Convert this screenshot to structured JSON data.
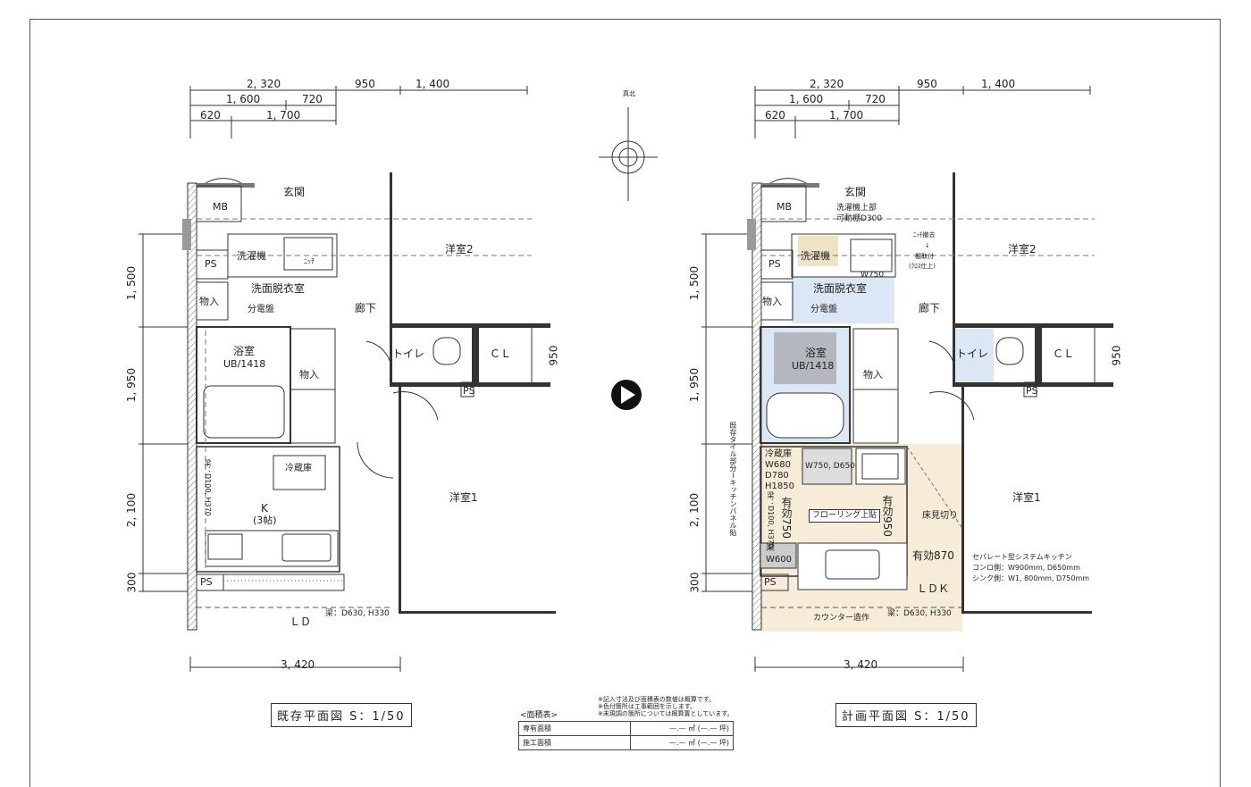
{
  "north": {
    "label": "真北"
  },
  "existing": {
    "dims_top": {
      "a": "2, 320",
      "b": "950",
      "c": "1, 400",
      "d": "1, 600",
      "e": "720",
      "f": "620",
      "g": "1, 700"
    },
    "dims_left": {
      "a": "1, 500",
      "b": "1, 950",
      "c": "2, 100",
      "d": "300"
    },
    "dim_bottom": "3, 420",
    "dim_right": "950",
    "rooms": {
      "genkan": "玄関",
      "mb": "MB",
      "ps1": "PS",
      "sentakuki": "洗濯機",
      "niche": "ﾆｯﾁ",
      "senmen": "洗面脱衣室",
      "mono1": "物入",
      "bunden": "分電盤",
      "roka": "廊下",
      "yoshitsu2": "洋室2",
      "yokushitsu": "浴室",
      "ub": "UB/1418",
      "mono2": "物入",
      "toilet": "トイレ",
      "cl": "ＣＬ",
      "ps2": "PS",
      "reizoko": "冷蔵庫",
      "hari1": "梁：D100, H370",
      "k": "K",
      "k_size": "(3帖)",
      "yoshitsu1": "洋室1",
      "ps3": "PS",
      "ld": "ＬＤ",
      "hari2": "梁：D630, H330"
    },
    "title": "既存平面図 S：1/50"
  },
  "plan": {
    "dims_top": {
      "a": "2, 320",
      "b": "950",
      "c": "1, 400",
      "d": "1, 600",
      "e": "720",
      "f": "620",
      "g": "1, 700"
    },
    "dims_left": {
      "a": "1, 500",
      "b": "1, 950",
      "c": "2, 100",
      "d": "300"
    },
    "dim_bottom": "3, 420",
    "dim_right": "950",
    "rooms": {
      "genkan": "玄関",
      "mb": "MB",
      "ps1": "PS",
      "sentakuki_top1": "洗濯機上部",
      "sentakuki_top2": "可動棚D300",
      "sentakuki": "洗濯機",
      "w750": "W750",
      "niche1": "ﾆｯﾁ撤去",
      "niche2": "↓",
      "niche3": "棚取付",
      "niche4": "(ｸﾛｽ仕上)",
      "senmen": "洗面脱衣室",
      "mono1": "物入",
      "bunden": "分電盤",
      "roka": "廊下",
      "yoshitsu2": "洋室2",
      "yokushitsu": "浴室",
      "ub": "UB/1418",
      "mono2": "物入",
      "toilet": "トイレ",
      "cl": "ＣＬ",
      "ps2": "PS",
      "reizoko1": "冷蔵庫",
      "reizoko2": "W680",
      "reizoko3": "D780",
      "reizoko4": "H1850",
      "w750d650": "W750, D650",
      "tile": "既存タイル部分ーキッチンパネル貼",
      "hari1": "梁：D100, H370",
      "yuko750": "有効750",
      "flooring": "フローリング上貼",
      "yuko950": "有効950",
      "yukamikiri": "床見切り",
      "hari_w": "梁",
      "w600": "W600",
      "yuko870": "有効870",
      "kitchen1": "セパレート型システムキッチン",
      "kitchen2": "コンロ側：W900mm, D650mm",
      "kitchen3": "シンク側：W1, 800mm, D750mm",
      "ldk": "ＬＤＫ",
      "ps3": "PS",
      "counter": "カウンター造作",
      "hari2": "梁：D630, H330",
      "yoshitsu1": "洋室1"
    },
    "title": "計画平面図 S：1/50"
  },
  "notes": {
    "n1": "※記入寸法及び面積表の数値は概算です。",
    "n2": "※色付箇所は工事範囲を示します。",
    "n3": "※未現調の箇所については概算置としています。"
  },
  "area_table": {
    "caption": "<面積表>",
    "rows": [
      {
        "label": "専有面積",
        "value": "—.— ㎡ (—.— 坪)"
      },
      {
        "label": "施工面積",
        "value": "—.— ㎡ (—.— 坪)"
      }
    ]
  }
}
